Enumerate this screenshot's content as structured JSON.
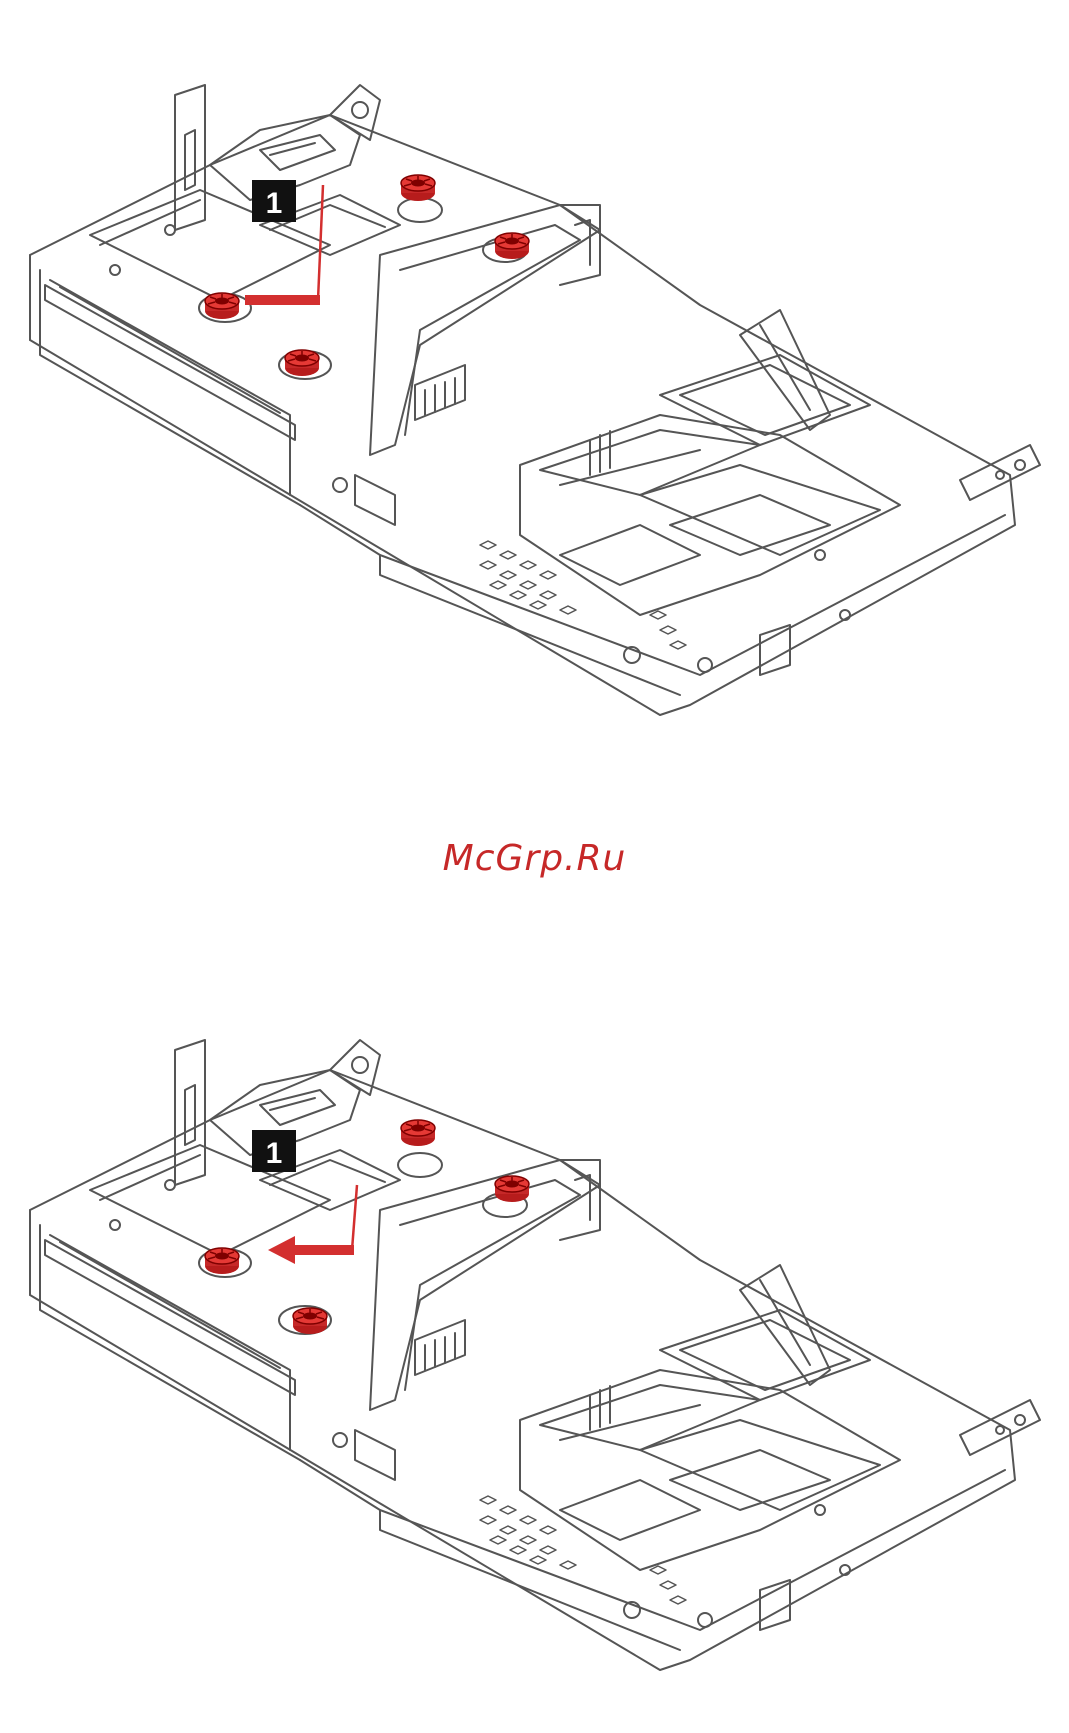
{
  "figures": [
    {
      "id": "top",
      "callout": "1",
      "step": "loosen-screws"
    },
    {
      "id": "bottom",
      "callout": "1",
      "step": "remove-screws"
    }
  ],
  "watermark": {
    "text": "McGrp.Ru"
  },
  "colors": {
    "line": "#555555",
    "accent": "#d32f2f",
    "callout_bg": "#111111",
    "callout_fg": "#ffffff",
    "watermark": "#c62828"
  },
  "icons": {
    "screw": "red-thumbscrew-icon",
    "arrow": "red-arrow-icon"
  }
}
